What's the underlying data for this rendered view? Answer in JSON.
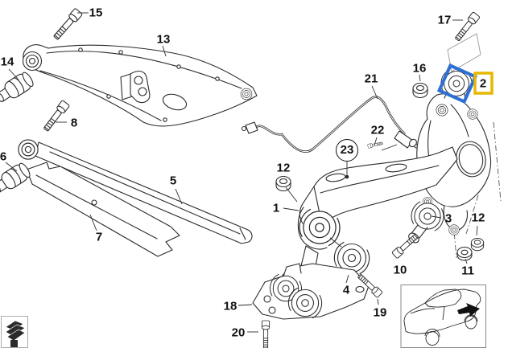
{
  "callouts": {
    "c1": "1",
    "c2": "2",
    "c3": "3",
    "c4": "4",
    "c5": "5",
    "c6": "6",
    "c7": "7",
    "c8": "8",
    "c10": "10",
    "c11": "11",
    "c12a": "12",
    "c12b": "12",
    "c13": "13",
    "c14": "14",
    "c15": "15",
    "c16": "16",
    "c17": "17",
    "c18": "18",
    "c19": "19",
    "c20": "20",
    "c21": "21",
    "c22": "22",
    "c23": "23"
  },
  "highlight": {
    "selected_part": "2",
    "selection_box_color": "#2e6fd6",
    "label_box_color": "#e6b800"
  },
  "thumbnails": {
    "car_icon": "car-rear-axle-location-icon",
    "clip_icon": "fastener-clip-icon"
  }
}
